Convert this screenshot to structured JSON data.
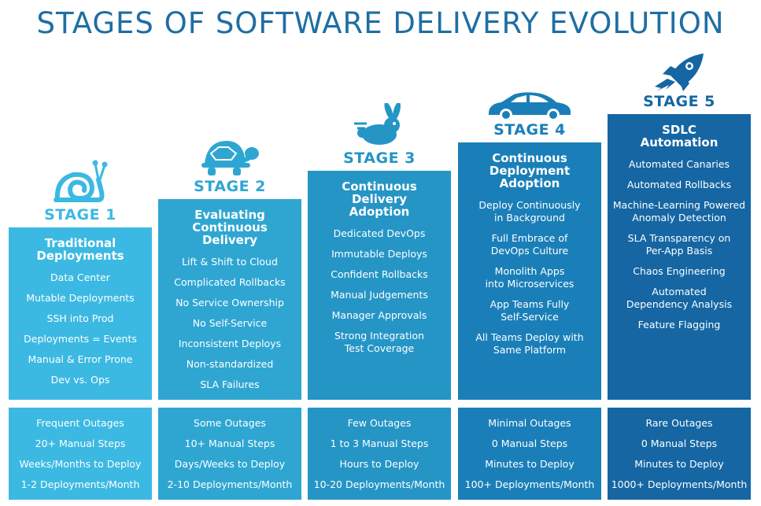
{
  "title": "STAGES OF SOFTWARE DELIVERY EVOLUTION",
  "stages": [
    {
      "label": "STAGE 1",
      "icon": "snail-icon",
      "color": "#3cb9e2",
      "label_color": "#3cb9e2",
      "title": "Traditional\nDeployments",
      "features": [
        "Data Center",
        "Mutable Deployments",
        "SSH into Prod",
        "Deployments = Events",
        "Manual & Error Prone",
        "Dev vs. Ops"
      ],
      "metrics": [
        "Frequent Outages",
        "20+ Manual Steps",
        "Weeks/Months to Deploy",
        "1-2 Deployments/Month"
      ]
    },
    {
      "label": "STAGE 2",
      "icon": "turtle-icon",
      "color": "#2fa6d2",
      "label_color": "#2fa6d2",
      "title": "Evaluating\nContinuous\nDelivery",
      "features": [
        "Lift & Shift to Cloud",
        "Complicated Rollbacks",
        "No Service Ownership",
        "No Self-Service",
        "Inconsistent Deploys",
        "Non-standardized",
        "SLA Failures"
      ],
      "metrics": [
        "Some Outages",
        "10+ Manual Steps",
        "Days/Weeks to Deploy",
        "2-10 Deployments/Month"
      ]
    },
    {
      "label": "STAGE 3",
      "icon": "rabbit-icon",
      "color": "#2595c6",
      "label_color": "#2595c6",
      "title": "Continuous\nDelivery\nAdoption",
      "features": [
        "Dedicated DevOps",
        "Immutable Deploys",
        "Confident Rollbacks",
        "Manual Judgements",
        "Manager Approvals",
        "Strong Integration\nTest Coverage"
      ],
      "metrics": [
        "Few Outages",
        "1 to 3 Manual Steps",
        "Hours to Deploy",
        "10-20 Deployments/Month"
      ]
    },
    {
      "label": "STAGE 4",
      "icon": "car-icon",
      "color": "#1a7fb8",
      "label_color": "#1a7fb8",
      "title": "Continuous\nDeployment\nAdoption",
      "features": [
        "Deploy Continuously\nin Background",
        "Full Embrace of\nDevOps Culture",
        "Monolith Apps\ninto Microservices",
        "App Teams Fully\nSelf-Service",
        "All Teams Deploy with\nSame Platform"
      ],
      "metrics": [
        "Minimal Outages",
        "0 Manual Steps",
        "Minutes to Deploy",
        "100+ Deployments/Month"
      ]
    },
    {
      "label": "STAGE 5",
      "icon": "rocket-icon",
      "color": "#1566a3",
      "label_color": "#1566a3",
      "title": "SDLC\nAutomation",
      "features": [
        "Automated Canaries",
        "Automated Rollbacks",
        "Machine-Learning Powered\nAnomaly Detection",
        "SLA Transparency on\nPer-App Basis",
        "Chaos Engineering",
        "Automated\nDependency Analysis",
        "Feature Flagging"
      ],
      "metrics": [
        "Rare Outages",
        "0 Manual Steps",
        "Minutes to Deploy",
        "1000+ Deployments/Month"
      ]
    }
  ]
}
